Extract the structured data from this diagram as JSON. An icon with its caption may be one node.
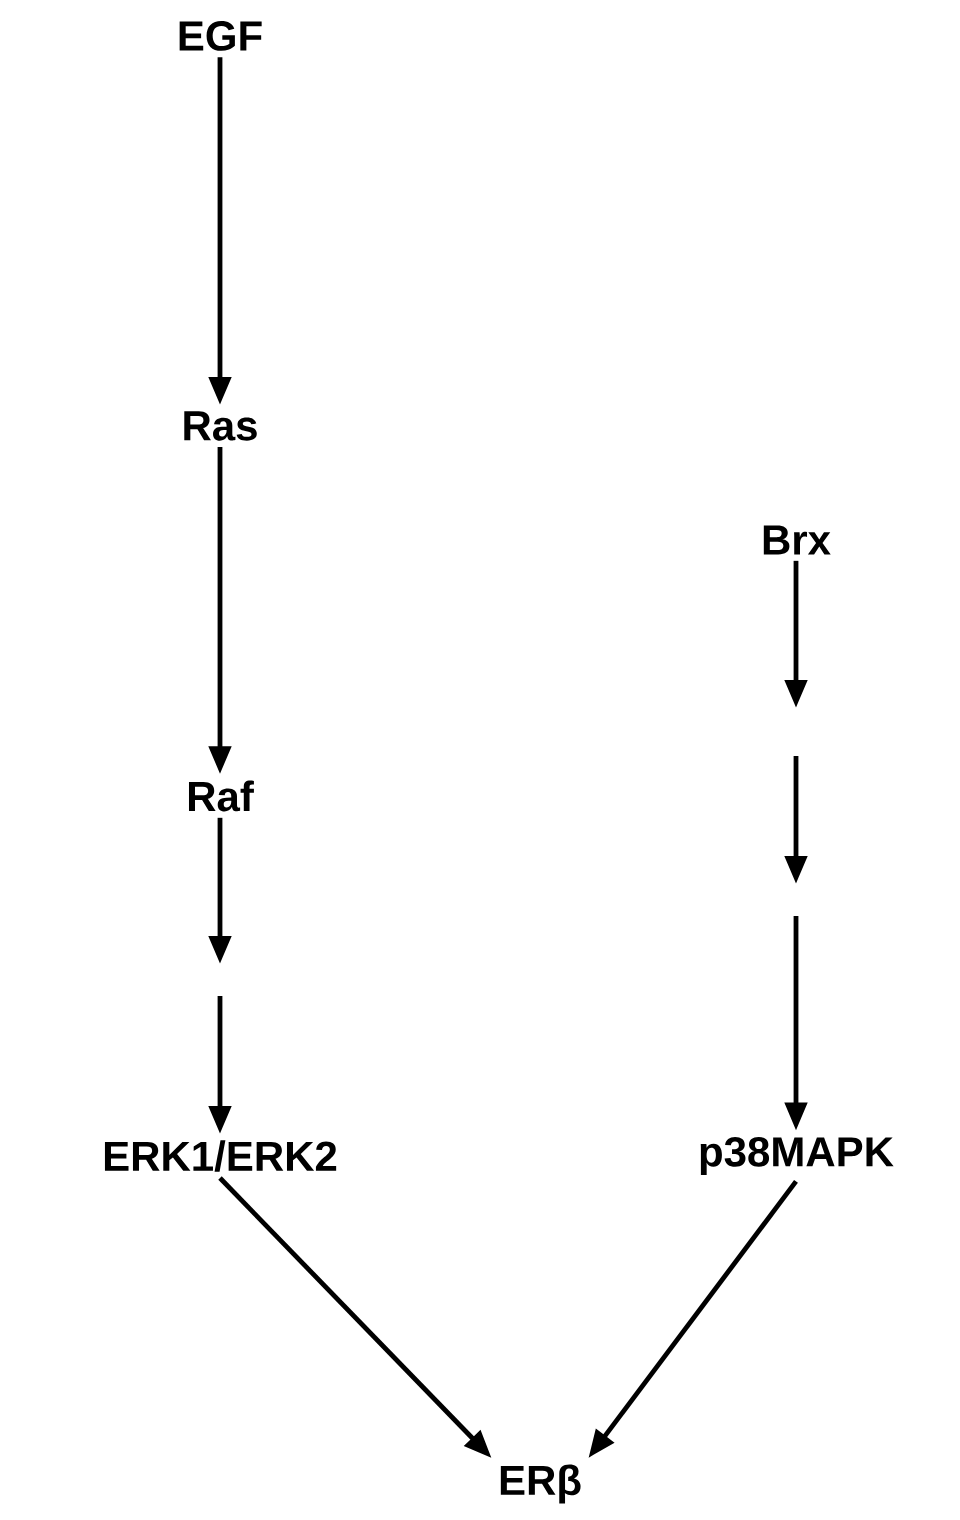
{
  "diagram": {
    "nodes": [
      {
        "text": [
          "EGF"
        ]
      },
      {
        "text": [
          "Ras"
        ]
      },
      {
        "text": [
          "Raf"
        ]
      },
      {
        "text": [
          "ERK1/ERK2"
        ]
      },
      {
        "text": [
          "Brx"
        ]
      },
      {
        "text": [
          "p38MAPK"
        ]
      },
      {
        "text": [
          "ERβ"
        ]
      }
    ],
    "edges": [
      {
        "from": 0,
        "to": 1,
        "arrow": "to"
      },
      {
        "from": 1,
        "to": 2,
        "arrow": "to"
      },
      {
        "from": 2,
        "to": null,
        "arrow": "to"
      },
      {
        "from": null,
        "to": 3,
        "arrow": "to"
      },
      {
        "from": 4,
        "to": null,
        "arrow": "to"
      },
      {
        "from": null,
        "to": 5,
        "arrow": "to"
      },
      {
        "from": 3,
        "to": 6,
        "arrow": "to"
      },
      {
        "from": 5,
        "to": 6,
        "arrow": "to"
      }
    ]
  }
}
